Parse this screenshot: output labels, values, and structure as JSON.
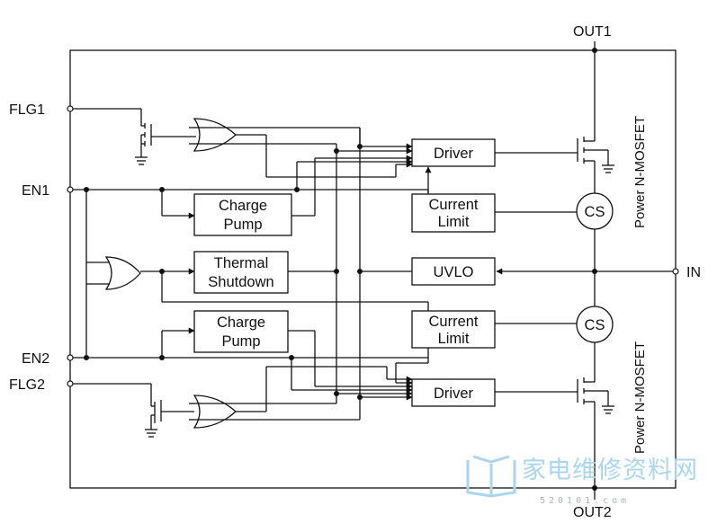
{
  "pins": {
    "out1": "OUT1",
    "out2": "OUT2",
    "flg1": "FLG1",
    "en1": "EN1",
    "en2": "EN2",
    "flg2": "FLG2",
    "in": "IN"
  },
  "blocks": {
    "driver_top": "Driver",
    "driver_bottom": "Driver",
    "current_limit_top": [
      "Current",
      "Limit"
    ],
    "current_limit_bottom": [
      "Current",
      "Limit"
    ],
    "charge_pump_top": [
      "Charge",
      "Pump"
    ],
    "charge_pump_bottom": [
      "Charge",
      "Pump"
    ],
    "thermal_shutdown": [
      "Thermal",
      "Shutdown"
    ],
    "uvlo": "UVLO",
    "cs_top": "CS",
    "cs_bottom": "CS"
  },
  "labels": {
    "mosfet_top": "Power N-MOSFET",
    "mosfet_bottom": "Power N-MOSFET"
  },
  "watermark": {
    "text": "家电维修资料网",
    "url": "520101.com",
    "color": "#a9d6ee"
  }
}
